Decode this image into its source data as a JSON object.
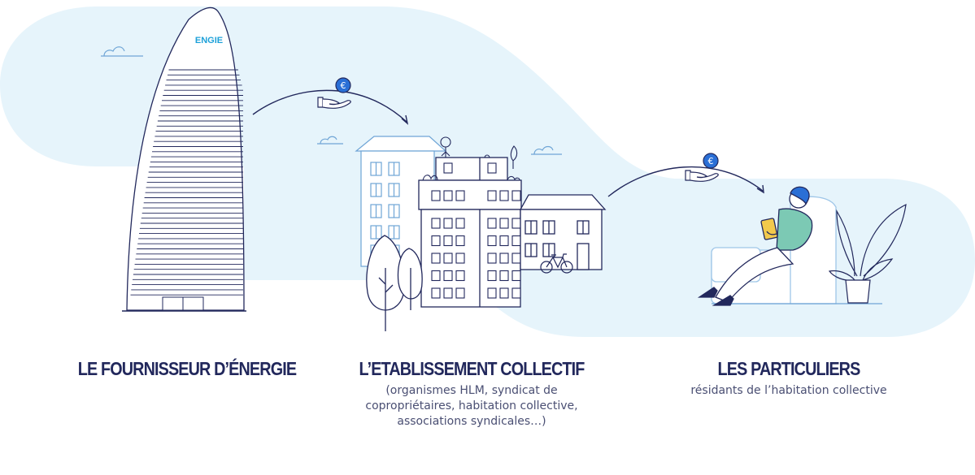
{
  "brand": {
    "logo_text": "ENGIE",
    "logo_color": "#1ea1d9"
  },
  "colors": {
    "background_blob": "#e6f4fb",
    "line": "#22285c",
    "coin": "#2a6fd6",
    "accent_green": "#7cc9b4",
    "accent_yellow": "#f2c94c"
  },
  "coin_symbol": "€",
  "stages": [
    {
      "title": "LE FOURNISSEUR D’ÉNERGIE",
      "subtitle_lines": []
    },
    {
      "title": "L’ETABLISSEMENT COLLECTIF",
      "subtitle_lines": [
        "(organismes HLM, syndicat de",
        "copropriétaires, habitation collective,",
        "associations syndicales…)"
      ]
    },
    {
      "title": "LES PARTICULIERS",
      "subtitle_lines": [
        "résidants de l’habitation collective"
      ]
    }
  ]
}
